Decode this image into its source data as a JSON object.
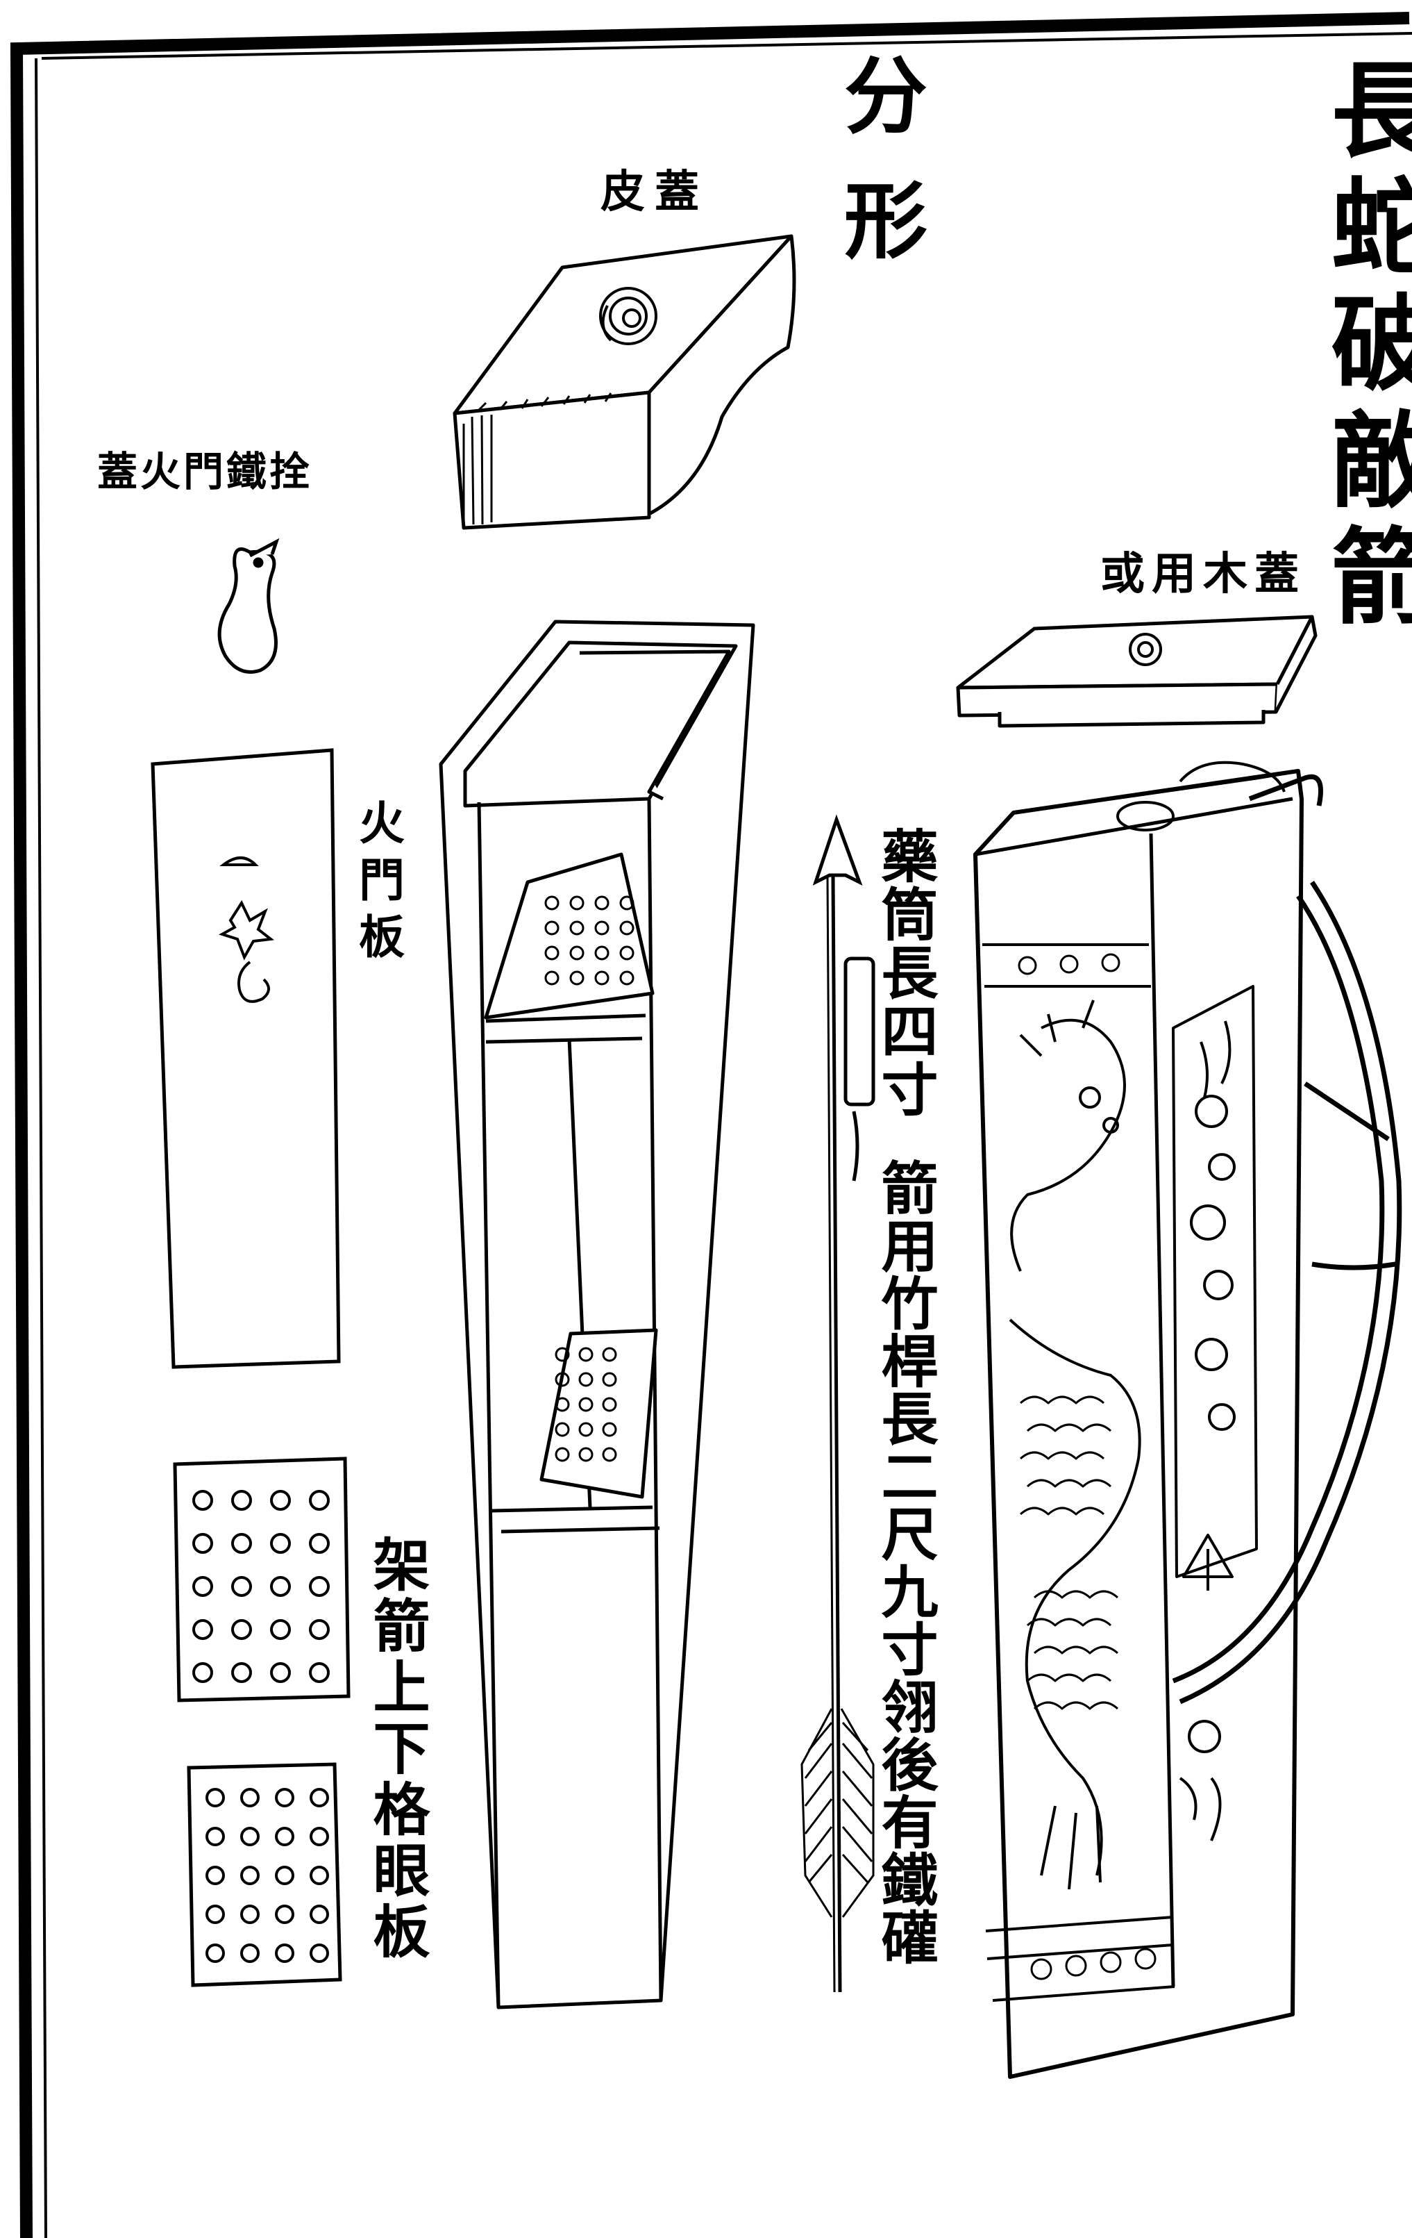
{
  "title": "長蛇破敵箭",
  "section": "分形",
  "labels": {
    "leather_lid": "皮蓋",
    "wood_lid": "或用木蓋",
    "iron_latch": "蓋火門鐵拴",
    "fire_door_board": "火門板",
    "grid_boards": "架箭上下格眼板",
    "powder_tube": "藥筒長四寸",
    "arrow_note": "箭用竹桿長二尺九寸翎後有鐵礶"
  }
}
